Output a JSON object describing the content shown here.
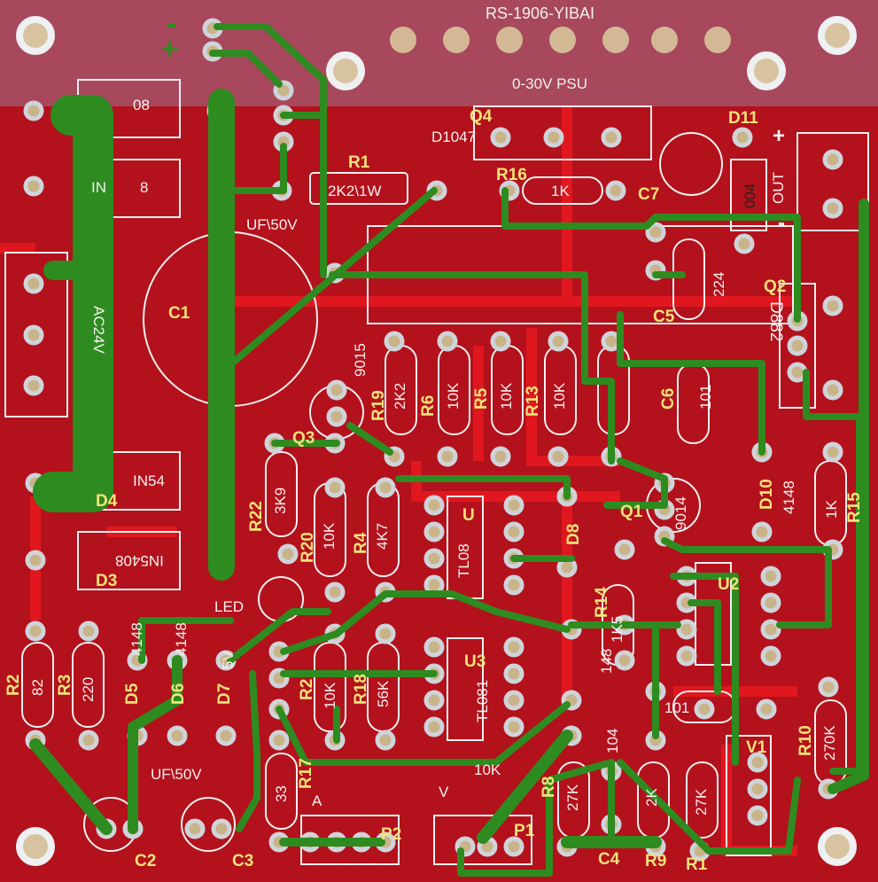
{
  "board": {
    "title": "RS-1906-YIBAI",
    "subtitle": "0-30V PSU",
    "colors": {
      "pcb": "#b3111c",
      "pcb_light": "#a8485c",
      "trace": "#d9141f",
      "silk": "#f4f0f0",
      "ref": "#f2e27a",
      "annotation": "#2e8b20"
    }
  },
  "annotations": {
    "minus": "-",
    "plus": "+"
  },
  "refs": [
    "Q4",
    "D11",
    "R16",
    "C7",
    "R1",
    "C1",
    "C5",
    "Q2",
    "Q3",
    "R19",
    "R6",
    "R5",
    "R13",
    "C6",
    "R22",
    "R20",
    "R4",
    "U",
    "D8",
    "Q1",
    "D10",
    "R15",
    "D4",
    "D3",
    "R2",
    "R3",
    "D5",
    "D6",
    "D7",
    "U3",
    "R2",
    "R18",
    "R14",
    "U2",
    "R10",
    "V1",
    "C2",
    "C3",
    "R17",
    "P2",
    "P1",
    "R8",
    "C4",
    "R9",
    "R1"
  ],
  "values": [
    "D1047",
    "1K",
    "2K2\\1W",
    "UF\\50V",
    "08",
    "IN",
    "8",
    "AC24V",
    "9015",
    "2K2",
    "10K",
    "10K",
    "10K",
    "224",
    "D882",
    "101",
    "3K9",
    "10K",
    "4K7",
    "TL08",
    "9014",
    "4148",
    "1K",
    "IN54",
    "IN5408",
    "LED",
    "82",
    "220",
    "4148",
    "4148",
    "5V",
    "TL081",
    "10K",
    "56K",
    "1K5",
    "101",
    "270K",
    "104",
    "27K",
    "33",
    "A",
    "V",
    "10K",
    "OUT",
    "+",
    "-",
    "004",
    "148",
    "UF\\50V",
    "27K",
    "2K"
  ]
}
